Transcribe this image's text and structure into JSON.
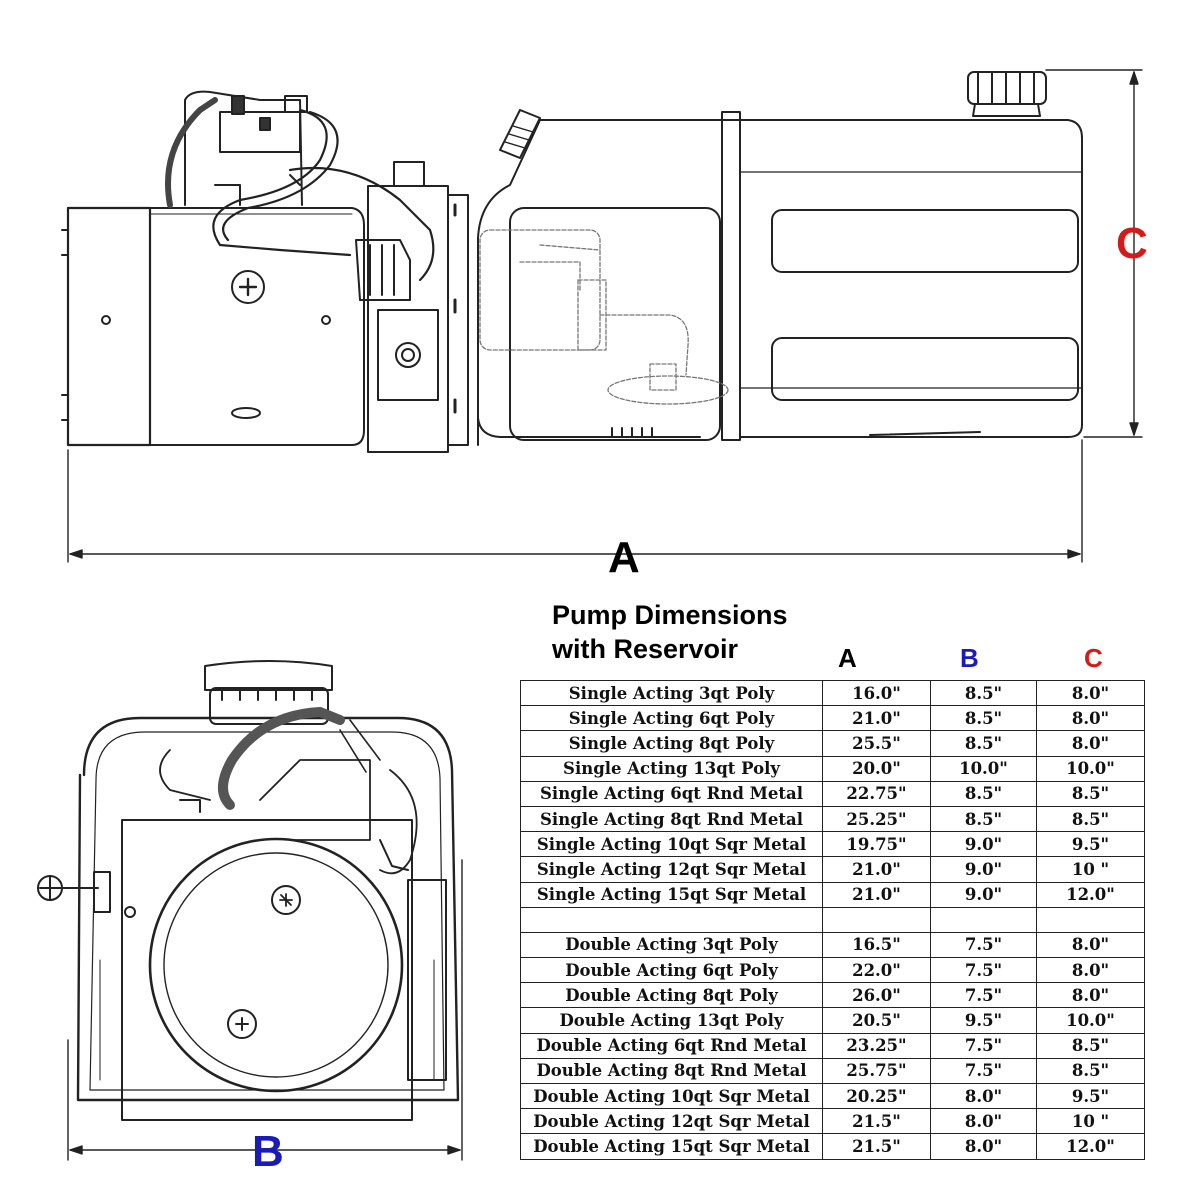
{
  "dimension_labels": {
    "a": "A",
    "b": "B",
    "c": "C"
  },
  "colors": {
    "a": "#000000",
    "b": "#1b1bb8",
    "c": "#d51a1a"
  },
  "table": {
    "title_line1": "Pump Dimensions",
    "title_line2": "with Reservoir",
    "headers": {
      "a": "A",
      "b": "B",
      "c": "C"
    },
    "rows": [
      {
        "name": "Single Acting 3qt Poly",
        "a": "16.0\"",
        "b": "8.5\"",
        "c": "8.0\""
      },
      {
        "name": "Single Acting 6qt Poly",
        "a": "21.0\"",
        "b": "8.5\"",
        "c": "8.0\""
      },
      {
        "name": "Single Acting 8qt Poly",
        "a": "25.5\"",
        "b": "8.5\"",
        "c": "8.0\""
      },
      {
        "name": "Single Acting 13qt Poly",
        "a": "20.0\"",
        "b": "10.0\"",
        "c": "10.0\""
      },
      {
        "name": "Single Acting 6qt Rnd Metal",
        "a": "22.75\"",
        "b": "8.5\"",
        "c": "8.5\""
      },
      {
        "name": "Single Acting 8qt Rnd Metal",
        "a": "25.25\"",
        "b": "8.5\"",
        "c": "8.5\""
      },
      {
        "name": "Single Acting 10qt Sqr Metal",
        "a": "19.75\"",
        "b": "9.0\"",
        "c": "9.5\""
      },
      {
        "name": "Single Acting 12qt Sqr Metal",
        "a": "21.0\"",
        "b": "9.0\"",
        "c": "10 \""
      },
      {
        "name": "Single Acting 15qt Sqr Metal",
        "a": "21.0\"",
        "b": "9.0\"",
        "c": "12.0\""
      },
      {
        "name": "",
        "a": "",
        "b": "",
        "c": ""
      },
      {
        "name": "Double Acting 3qt Poly",
        "a": "16.5\"",
        "b": "7.5\"",
        "c": "8.0\""
      },
      {
        "name": "Double Acting 6qt Poly",
        "a": "22.0\"",
        "b": "7.5\"",
        "c": "8.0\""
      },
      {
        "name": "Double Acting 8qt Poly",
        "a": "26.0\"",
        "b": "7.5\"",
        "c": "8.0\""
      },
      {
        "name": "Double Acting 13qt Poly",
        "a": "20.5\"",
        "b": "9.5\"",
        "c": "10.0\""
      },
      {
        "name": "Double Acting 6qt Rnd Metal",
        "a": "23.25\"",
        "b": "7.5\"",
        "c": "8.5\""
      },
      {
        "name": "Double Acting 8qt Rnd Metal",
        "a": "25.75\"",
        "b": "7.5\"",
        "c": "8.5\""
      },
      {
        "name": "Double Acting 10qt Sqr Metal",
        "a": "20.25\"",
        "b": "8.0\"",
        "c": "9.5\""
      },
      {
        "name": "Double Acting 12qt Sqr Metal",
        "a": "21.5\"",
        "b": "8.0\"",
        "c": "10 \""
      },
      {
        "name": "Double Acting 15qt Sqr Metal",
        "a": "21.5\"",
        "b": "8.0\"",
        "c": "12.0\""
      }
    ]
  }
}
